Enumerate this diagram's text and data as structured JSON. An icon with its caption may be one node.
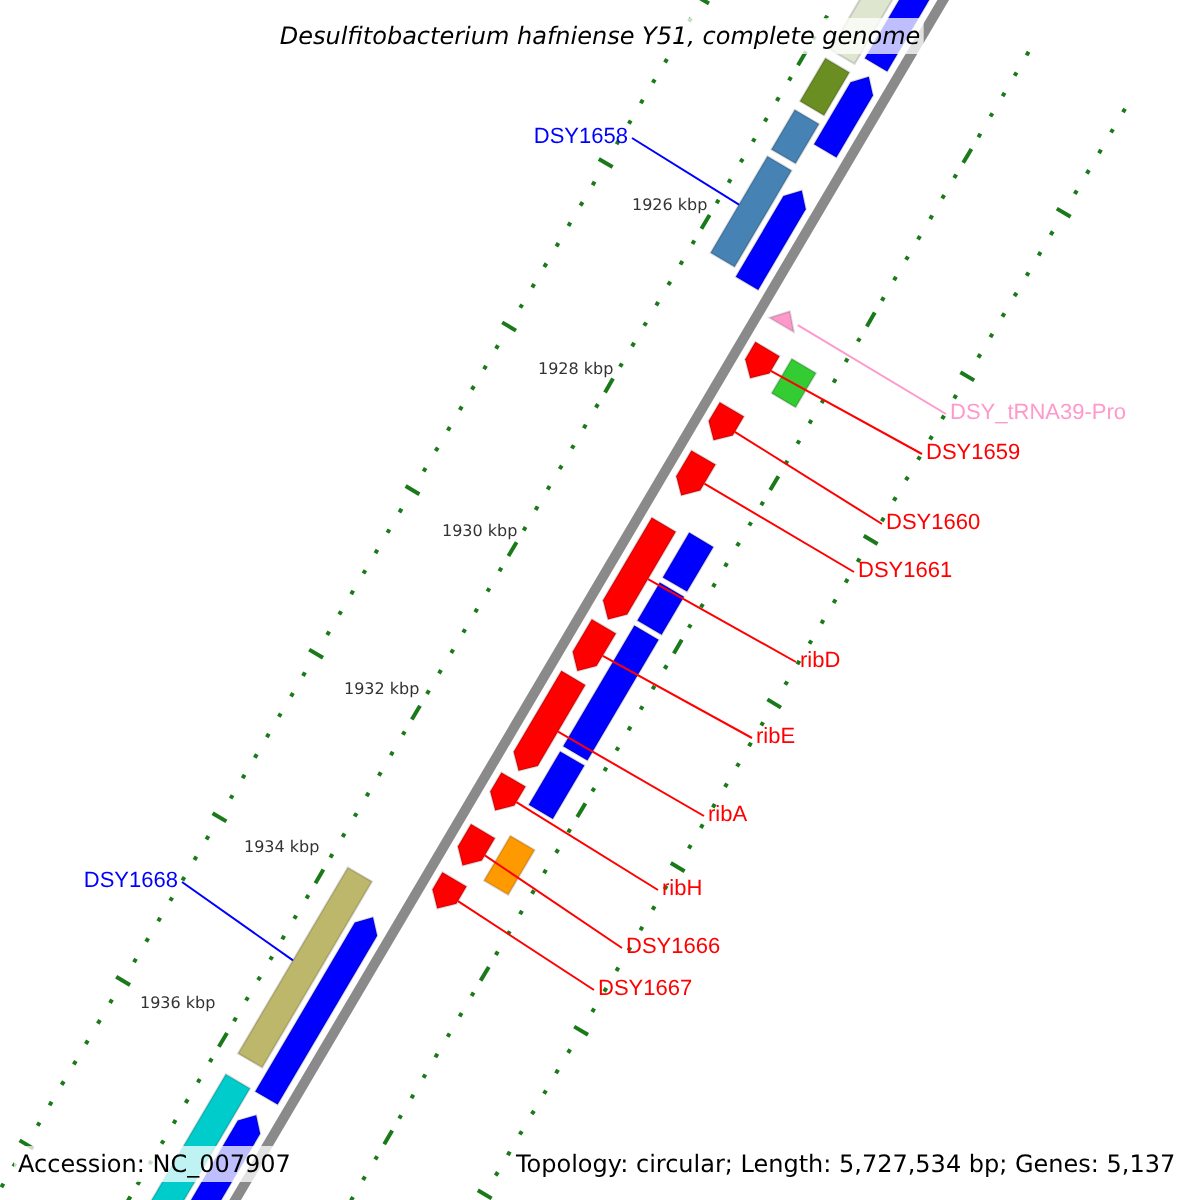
{
  "diagram": {
    "title": "Desulfitobacterium hafniense Y51, complete genome",
    "nodes": [
      {
        "text": [
          "DSY1658"
        ]
      },
      {
        "text": [],
        "shape": "box"
      },
      {
        "text": [
          "DSY_tRNA39-Pro"
        ]
      },
      {
        "text": [],
        "shape": "triangle"
      },
      {
        "text": [
          "DSY1659"
        ]
      },
      {
        "text": [],
        "shape": "pentagon"
      },
      {
        "text": [
          "DSY1660"
        ]
      },
      {
        "text": [],
        "shape": "pentagon"
      },
      {
        "text": [
          "DSY1661"
        ]
      },
      {
        "text": [],
        "shape": "pentagon"
      },
      {
        "text": [
          "ribD"
        ]
      },
      {
        "text": [],
        "shape": "pentagon"
      },
      {
        "text": [
          "ribE"
        ]
      },
      {
        "text": [],
        "shape": "pentagon"
      },
      {
        "text": [
          "ribA"
        ]
      },
      {
        "text": [],
        "shape": "pentagon"
      },
      {
        "text": [
          "ribH"
        ]
      },
      {
        "text": [],
        "shape": "pentagon"
      },
      {
        "text": [
          "DSY1666"
        ]
      },
      {
        "text": [],
        "shape": "pentagon"
      },
      {
        "text": [
          "DSY1667"
        ]
      },
      {
        "text": [],
        "shape": "pentagon"
      },
      {
        "text": [
          "DSY1668"
        ]
      },
      {
        "text": [],
        "shape": "box"
      }
    ],
    "edges": [
      {
        "from": 0,
        "to": 1,
        "arrow": "none",
        "color": "#0000ff"
      },
      {
        "from": 2,
        "to": 3,
        "arrow": "none",
        "color": "#ff99cc"
      },
      {
        "from": 4,
        "to": 5,
        "arrow": "none"
      },
      {
        "from": 6,
        "to": 7,
        "arrow": "none"
      },
      {
        "from": 8,
        "to": 9,
        "arrow": "none"
      },
      {
        "from": 10,
        "to": 11,
        "arrow": "none"
      },
      {
        "from": 12,
        "to": 13,
        "arrow": "none"
      },
      {
        "from": 14,
        "to": 15,
        "arrow": "none"
      },
      {
        "from": 16,
        "to": 17,
        "arrow": "none"
      },
      {
        "from": 18,
        "to": 19,
        "arrow": "none"
      },
      {
        "from": 20,
        "to": 21,
        "arrow": "none"
      },
      {
        "from": 22,
        "to": 23,
        "arrow": "none",
        "color": "#0000ff"
      }
    ],
    "labels": [
      "1926 kbp",
      "1928 kbp",
      "1930 kbp",
      "1932 kbp",
      "1934 kbp",
      "1936 kbp",
      "Accession: NC_007907",
      "Topology: circular; Length: 5,727,534 bp; Genes: 5,137"
    ]
  }
}
